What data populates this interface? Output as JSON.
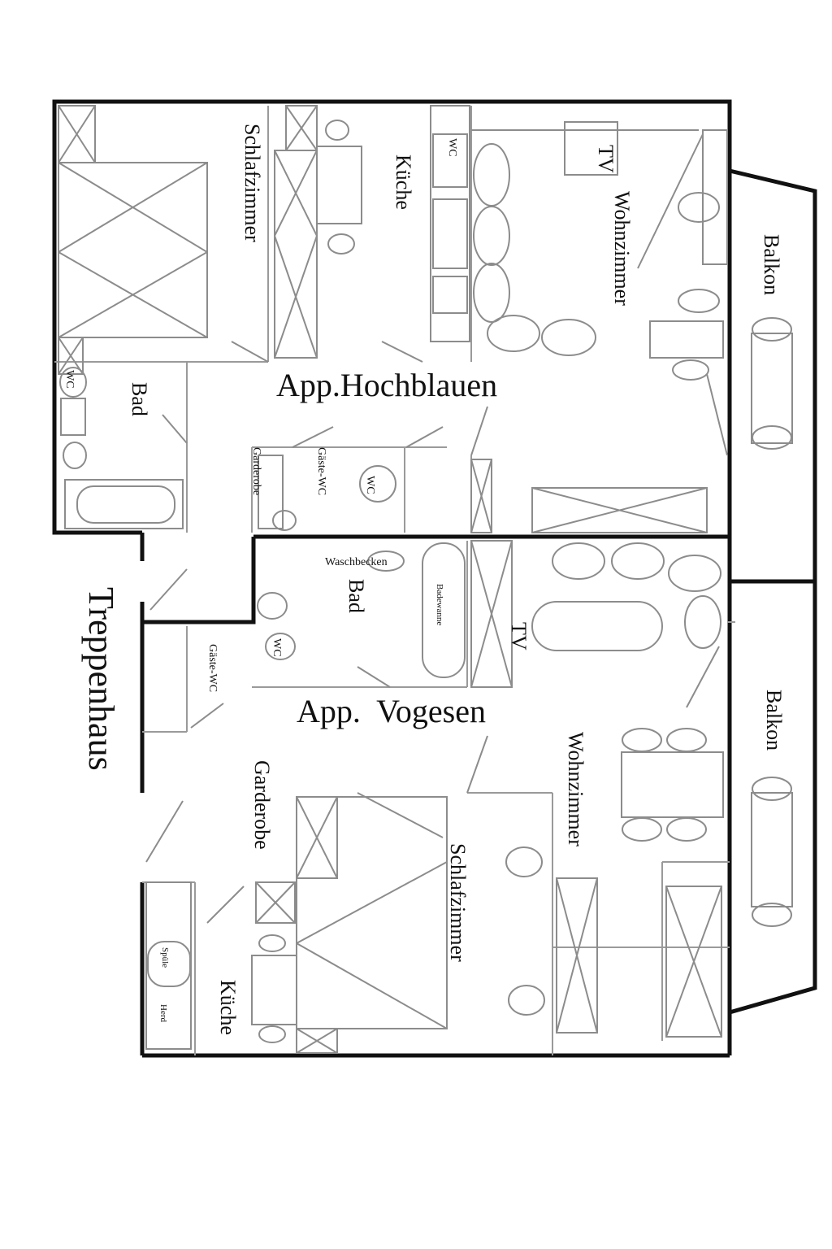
{
  "apartments": [
    {
      "name": "App.Hochblauen",
      "rooms": {
        "schlafzimmer": "Schlafzimmer",
        "kueche": "Küche",
        "tv": "TV",
        "wohnzimmer": "Wohnzimmer",
        "balkon": "Balkon",
        "bad": "Bad",
        "wc": "WC",
        "gaeste_wc": "Gäste-WC",
        "garderobe": "Garderobe",
        "wc2": "WC"
      }
    },
    {
      "name": "App.  Vogesen",
      "rooms": {
        "waschbecken": "Waschbecken",
        "bad": "Bad",
        "badewanne": "Badewanne",
        "tv": "TV",
        "wc": "WC",
        "gaeste_wc": "Gäste-WC",
        "balkon": "Balkon",
        "wohnzimmer": "Wohnzimmer",
        "garderobe": "Garderobe",
        "schlafzimmer": "Schlafzimmer",
        "kueche": "Küche",
        "spuele": "Spüle",
        "herd": "Herd"
      }
    }
  ],
  "stairwell": "Treppenhaus"
}
